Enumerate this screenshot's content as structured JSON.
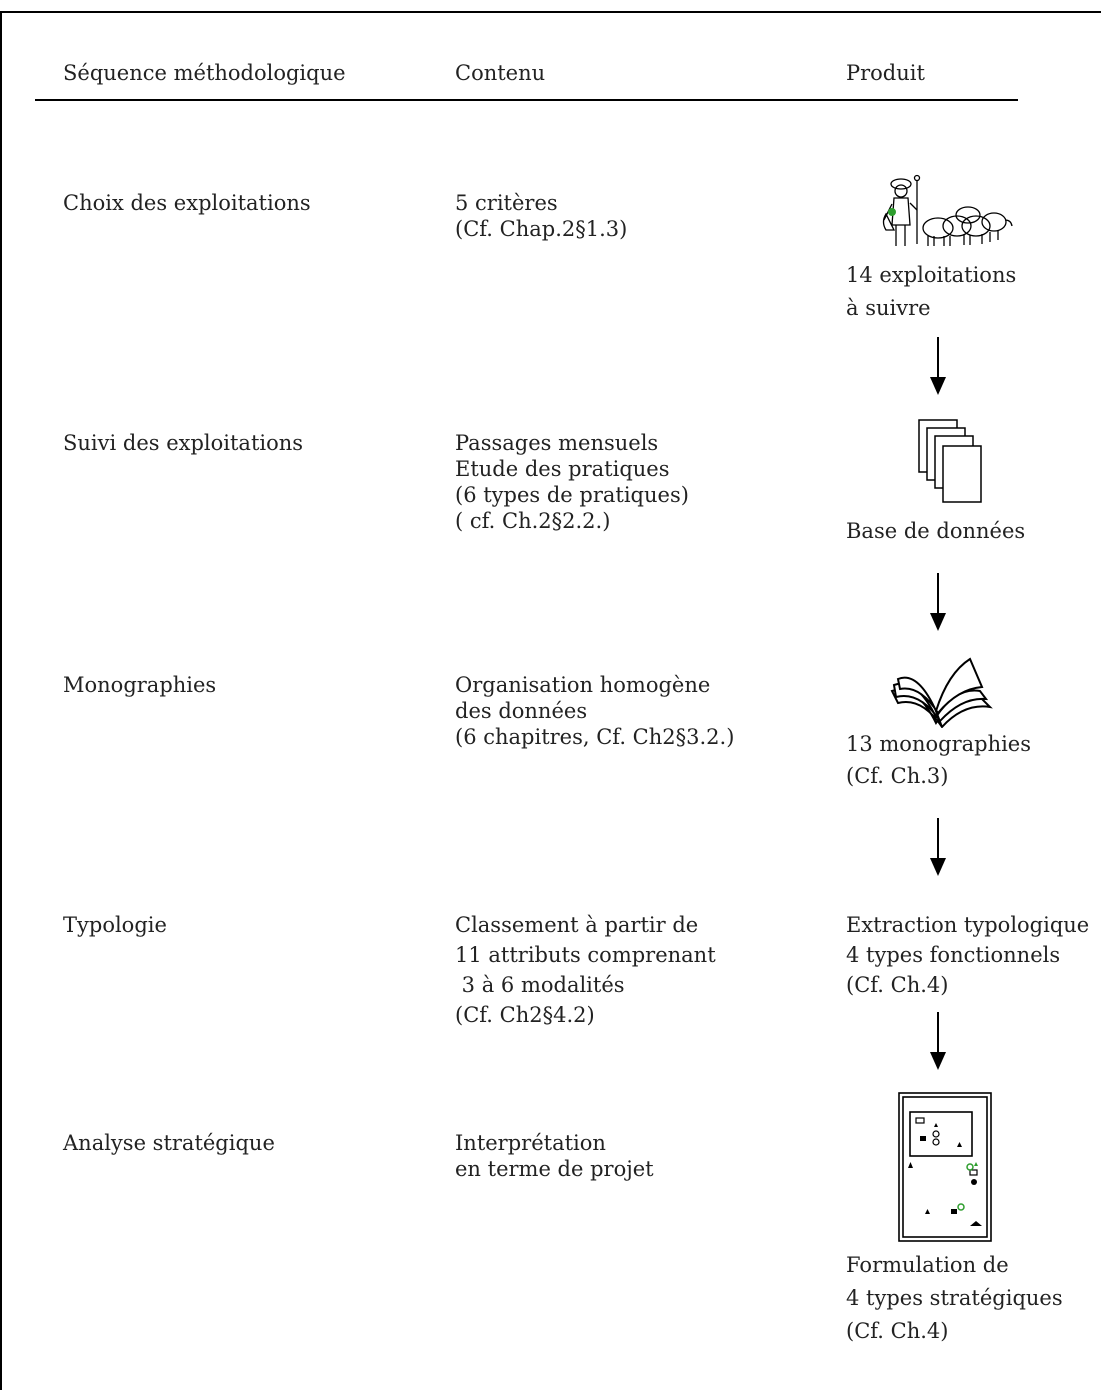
{
  "headers": {
    "sequence": "Séquence méthodologique",
    "content": "Contenu",
    "product": "Produit"
  },
  "rows": [
    {
      "step": "Choix des exploitations",
      "content": [
        "5 critères",
        "(Cf. Chap.2§1.3)"
      ],
      "product": [
        "14 exploitations",
        "à suivre"
      ],
      "icon": "shepherd-with-flock-icon"
    },
    {
      "step": "Suivi des exploitations",
      "content": [
        "Passages mensuels",
        "Etude des pratiques",
        "(6 types de pratiques)",
        "( cf. Ch.2§2.2.)"
      ],
      "product": [
        "Base de données"
      ],
      "icon": "stacked-sheets-icon"
    },
    {
      "step": "Monographies",
      "content": [
        "Organisation homogène",
        "des données",
        "(6 chapitres, Cf. Ch2§3.2.)"
      ],
      "product": [
        "13 monographies",
        "(Cf. Ch.3)"
      ],
      "icon": "open-book-icon"
    },
    {
      "step": "Typologie",
      "content": [
        "Classement à partir de",
        "11 attributs comprenant",
        " 3 à 6 modalités",
        "(Cf. Ch2§4.2)"
      ],
      "product": [
        "Extraction typologique",
        "4 types fonctionnels",
        "(Cf. Ch.4)"
      ],
      "icon": null
    },
    {
      "step": "Analyse stratégique",
      "content": [
        "Interprétation",
        "en terme de projet"
      ],
      "product": [
        "Formulation de",
        "4 types stratégiques",
        "(Cf. Ch.4)"
      ],
      "icon": "strategy-diagram-icon"
    }
  ],
  "colors": {
    "text": "#222222",
    "rule": "#000000",
    "accent_green": "#2e9e2e"
  }
}
